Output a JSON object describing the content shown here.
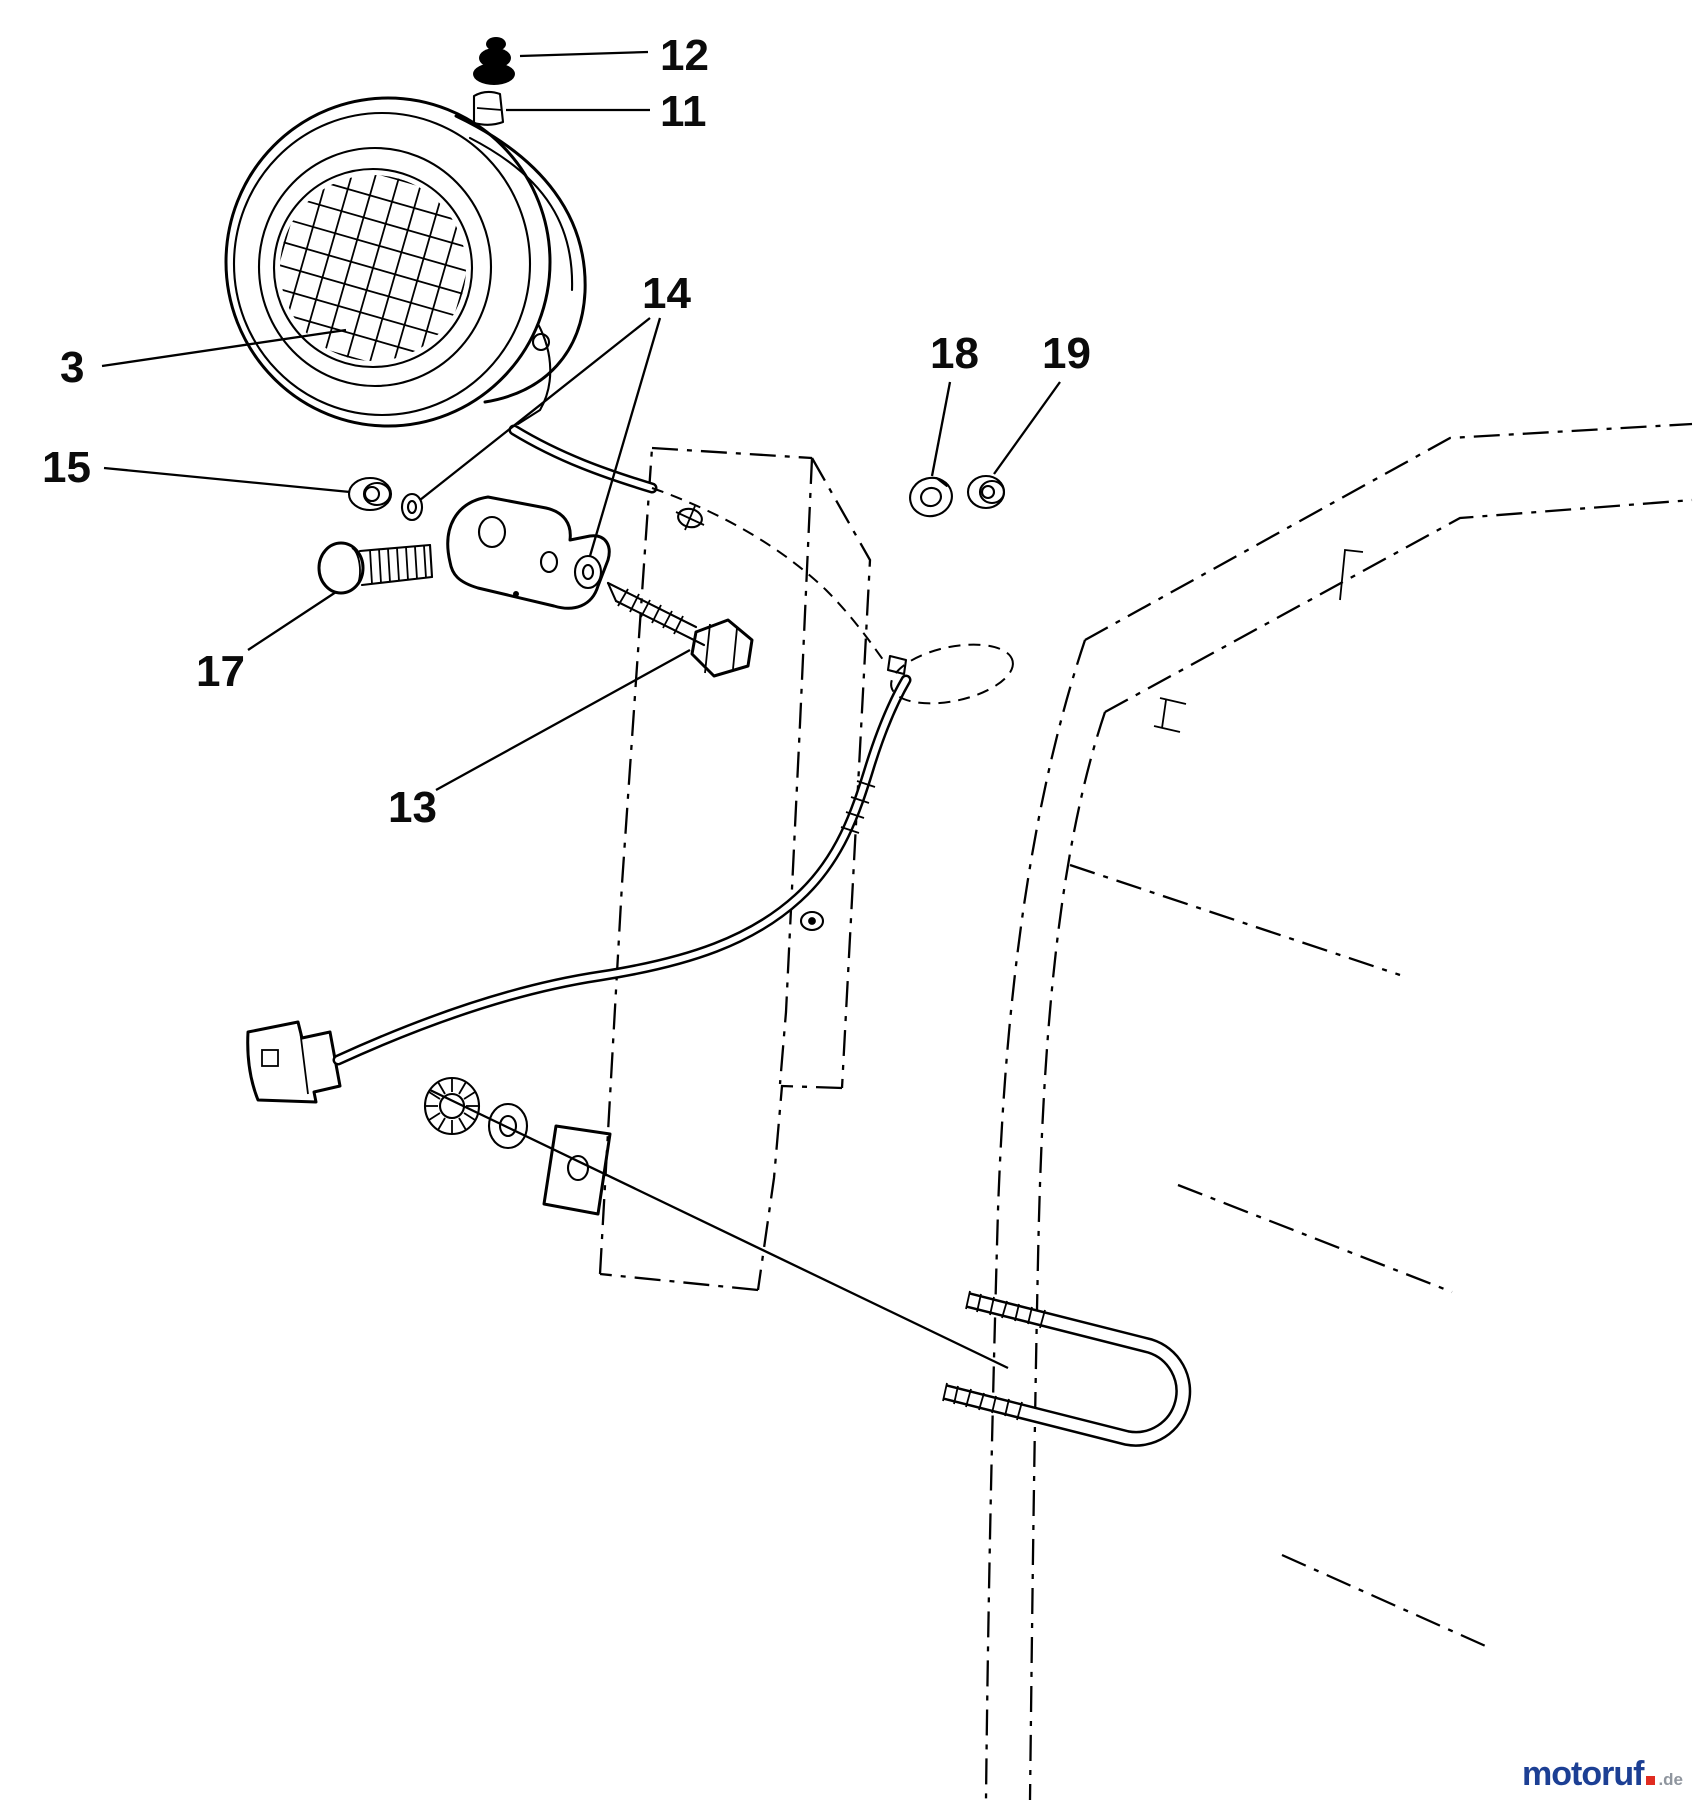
{
  "meta": {
    "type": "exploded-parts-diagram",
    "background_color": "#ffffff",
    "line_color": "#000000"
  },
  "callouts": [
    {
      "label": "12"
    },
    {
      "label": "11"
    },
    {
      "label": "3"
    },
    {
      "label": "14"
    },
    {
      "label": "15"
    },
    {
      "label": "17"
    },
    {
      "label": "13"
    },
    {
      "label": "18"
    },
    {
      "label": "19"
    }
  ],
  "watermark": {
    "brand": "motoruf",
    "tld": ".de",
    "brand_color": "#1c3f94",
    "tld_color": "#8f959e",
    "accent_color": "#e02b20"
  }
}
